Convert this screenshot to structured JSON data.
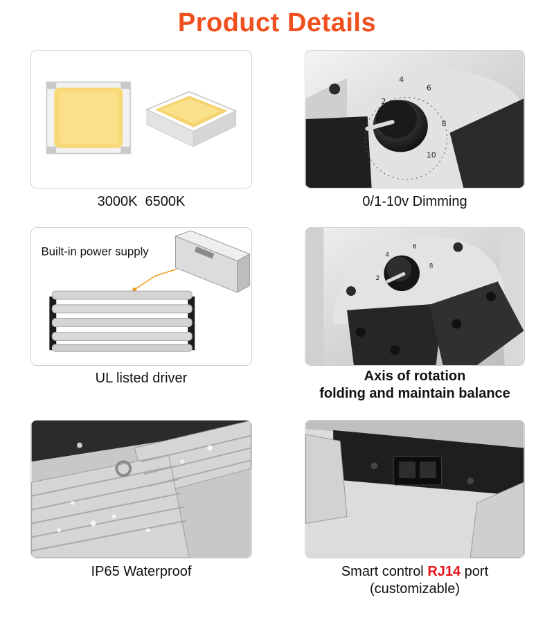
{
  "page": {
    "title": "Product Details",
    "title_color": "#f0501e"
  },
  "panels": [
    {
      "id": "led-chips",
      "caption": "3000K  6500K"
    },
    {
      "id": "dimming",
      "caption": "0/1-10v Dimming",
      "dial_ticks": [
        "2",
        "4",
        "6",
        "8",
        "10"
      ]
    },
    {
      "id": "driver",
      "caption": "UL listed driver",
      "inset_label": "Built-in power supply"
    },
    {
      "id": "rotation",
      "caption_line1": "Axis of rotation",
      "caption_line2": "folding and maintain balance",
      "dial_ticks": [
        "2",
        "4",
        "6",
        "8"
      ]
    },
    {
      "id": "waterproof",
      "caption": "IP65 Waterproof"
    },
    {
      "id": "rj14",
      "caption_prefix": "Smart control ",
      "caption_accent": "RJ14",
      "caption_suffix": " port",
      "caption_line2": "(customizable)",
      "accent_color": "#e8141b"
    }
  ]
}
